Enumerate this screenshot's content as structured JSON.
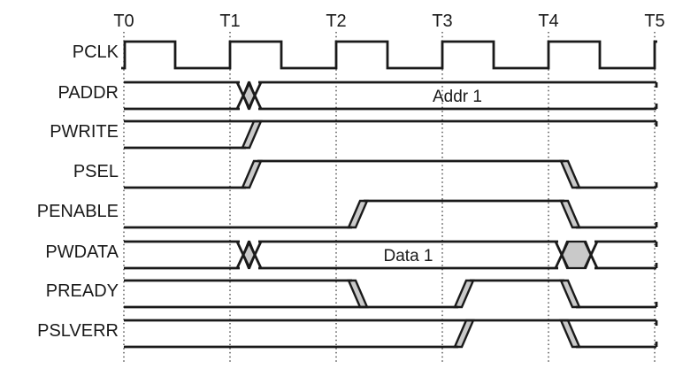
{
  "figure": {
    "type": "timing-diagram",
    "background": "#ffffff",
    "line_color": "#1a1a1a",
    "shade_color": "#c9c9c9",
    "gridline_color": "#2a2a2a",
    "time_labels": [
      "T0",
      "T1",
      "T2",
      "T3",
      "T4",
      "T5"
    ],
    "signals": [
      {
        "name": "PCLK",
        "kind": "clock",
        "rises_at": [
          "T0",
          "T1",
          "T2",
          "T3",
          "T4",
          "T5"
        ]
      },
      {
        "name": "PADDR",
        "kind": "bus",
        "events": [
          {
            "t": 0,
            "state": "x"
          },
          {
            "t": 1,
            "state": "valid",
            "label": "Addr 1"
          }
        ]
      },
      {
        "name": "PWRITE",
        "kind": "bit",
        "events": [
          {
            "t": 0,
            "state": "x"
          },
          {
            "t": 1,
            "state": "1"
          }
        ]
      },
      {
        "name": "PSEL",
        "kind": "bit",
        "events": [
          {
            "t": 0,
            "state": "0"
          },
          {
            "t": 1,
            "state": "1"
          },
          {
            "t": 4,
            "state": "0"
          }
        ]
      },
      {
        "name": "PENABLE",
        "kind": "bit",
        "events": [
          {
            "t": 0,
            "state": "0"
          },
          {
            "t": 2,
            "state": "1"
          },
          {
            "t": 4,
            "state": "0"
          }
        ]
      },
      {
        "name": "PWDATA",
        "kind": "bus",
        "events": [
          {
            "t": 0,
            "state": "x"
          },
          {
            "t": 1,
            "state": "valid",
            "label": "Data 1"
          },
          {
            "t": 4,
            "state": "x"
          }
        ]
      },
      {
        "name": "PREADY",
        "kind": "bit",
        "events": [
          {
            "t": 0,
            "state": "x"
          },
          {
            "t": 2,
            "state": "0"
          },
          {
            "t": 3,
            "state": "1"
          },
          {
            "t": 4,
            "state": "0"
          }
        ]
      },
      {
        "name": "PSLVERR",
        "kind": "bit",
        "events": [
          {
            "t": 0,
            "state": "x"
          },
          {
            "t": 3,
            "state": "1"
          },
          {
            "t": 4,
            "state": "x"
          }
        ]
      }
    ]
  }
}
